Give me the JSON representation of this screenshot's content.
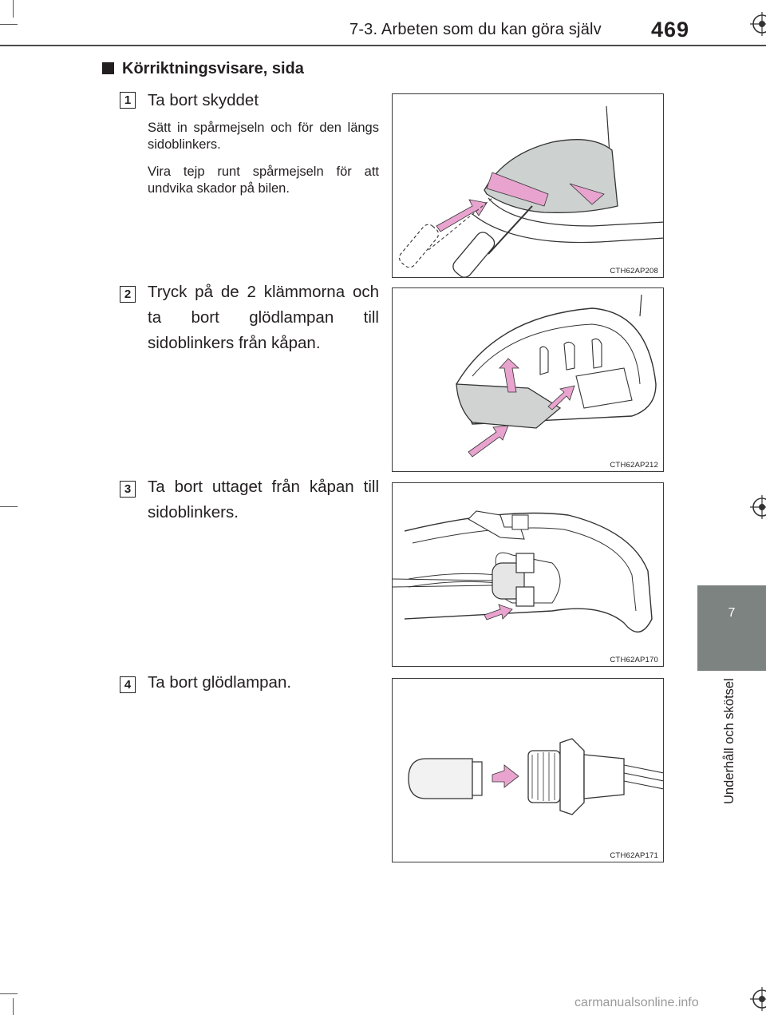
{
  "header": {
    "section_title": "7-3. Arbeten som du kan göra själv",
    "page_number": "469"
  },
  "side_tab": {
    "chapter_number": "7",
    "chapter_label": "Underhåll och skötsel"
  },
  "section": {
    "heading": "Körriktningsvisare, sida"
  },
  "steps": [
    {
      "number": "1",
      "title": "Ta bort skyddet",
      "notes": [
        "Sätt in spårmejseln och för den längs sidoblinkers.",
        "Vira tejp runt spårmejseln för att undvika skador på bilen."
      ],
      "figure_caption": "CTH62AP208"
    },
    {
      "number": "2",
      "title": "Tryck på de 2 klämmorna och ta bort glödlampan till sidoblinkers från kåpan.",
      "figure_caption": "CTH62AP212"
    },
    {
      "number": "3",
      "title": "Ta bort uttaget från kåpan till sidoblinkers.",
      "figure_caption": "CTH62AP170"
    },
    {
      "number": "4",
      "title": "Ta bort glödlampan.",
      "figure_caption": "CTH62AP171"
    }
  ],
  "watermark": "carmanualsonline.info",
  "colors": {
    "side_tab": "#7d8380",
    "arrow": "#e8a4cf",
    "text": "#231f20"
  }
}
